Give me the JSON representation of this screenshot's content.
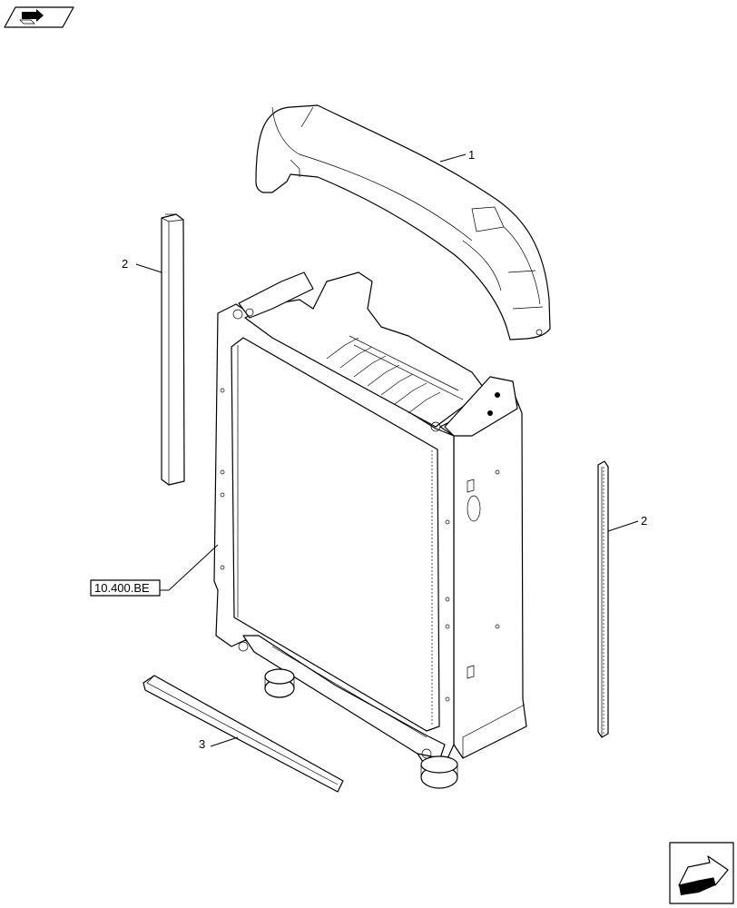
{
  "callouts": {
    "item_1": "1",
    "item_2_left": "2",
    "item_2_right": "2",
    "item_3": "3"
  },
  "reference": {
    "label": "10.400.BE"
  },
  "icons": {
    "top_left": "book-arrow-icon",
    "bottom_right": "next-page-arrow-icon"
  }
}
